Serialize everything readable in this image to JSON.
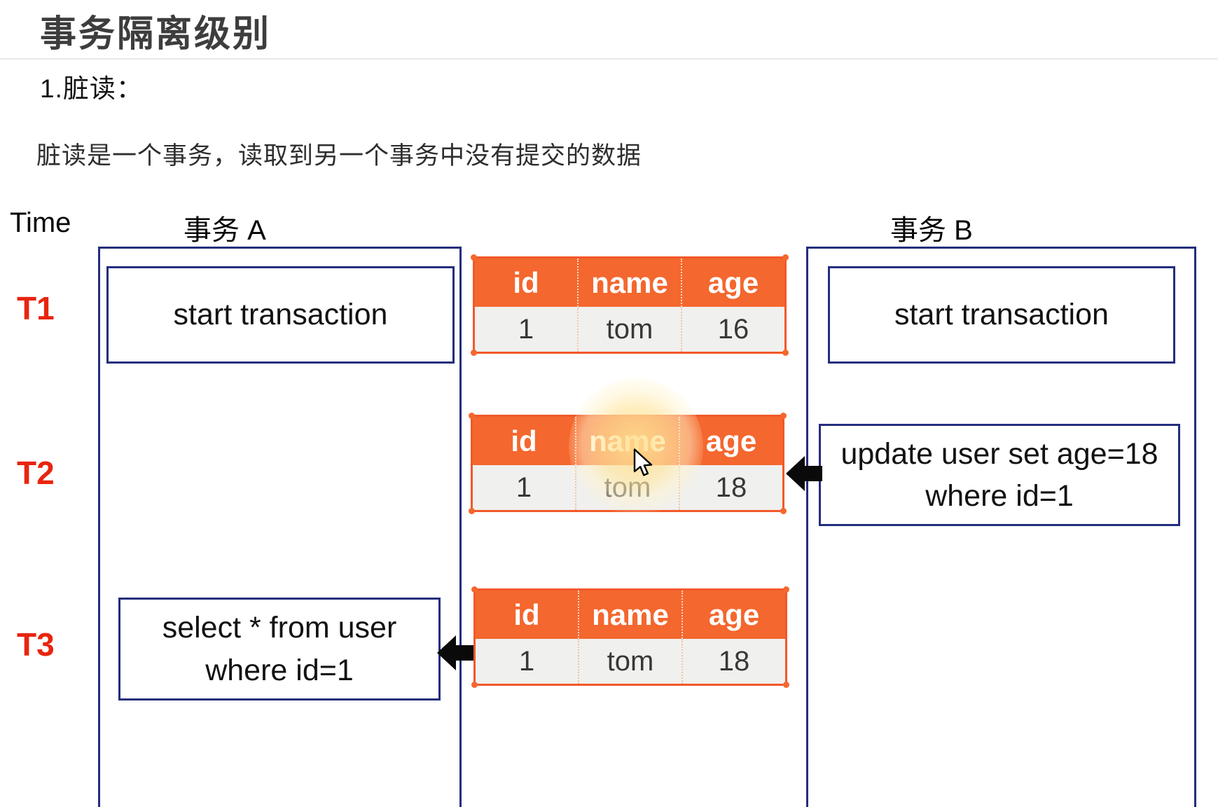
{
  "page": {
    "title": "事务隔离级别",
    "section_heading": "1.脏读：",
    "description": "脏读是一个事务，读取到另一个事务中没有提交的数据"
  },
  "diagram": {
    "time_label": "Time",
    "transaction_a_label": "事务 A",
    "transaction_b_label": "事务 B",
    "time_markers": [
      "T1",
      "T2",
      "T3"
    ],
    "boxes": {
      "a_start": "start transaction",
      "b_start": "start transaction",
      "b_update_line1": "update user set age=18",
      "b_update_line2": "where id=1",
      "a_select_line1": "select * from user",
      "a_select_line2": "where id=1"
    },
    "tables": [
      {
        "headers": [
          "id",
          "name",
          "age"
        ],
        "row": [
          "1",
          "tom",
          "16"
        ]
      },
      {
        "headers": [
          "id",
          "name",
          "age"
        ],
        "row": [
          "1",
          "tom",
          "18"
        ]
      },
      {
        "headers": [
          "id",
          "name",
          "age"
        ],
        "row": [
          "1",
          "tom",
          "18"
        ]
      }
    ],
    "colors": {
      "header_orange": "#f4672e",
      "table_border_orange": "#f2582a",
      "row_gray": "#f0f0ee",
      "lane_border_navy": "#232e7d",
      "time_marker_red": "#e8250e",
      "arrow_black": "#0a0a0a",
      "title_gray": "#3d3d3d",
      "highlight_yellow": "#ffe7a3"
    }
  }
}
